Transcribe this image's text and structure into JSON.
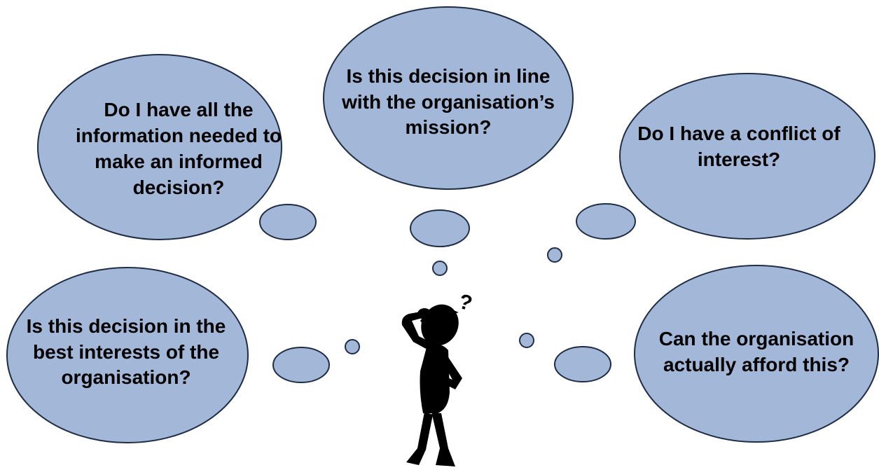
{
  "colors": {
    "bubble_fill": "#a3b8d9",
    "bubble_stroke": "#1f2d44",
    "figure": "#000000"
  },
  "bubbles": {
    "top_left": "Do I have all the information needed to make an informed decision?",
    "top_center": "Is this decision in line with the organisation’s mission?",
    "top_right": "Do I have a conflict of interest?",
    "bottom_left": "Is this decision in the best interests of the organisation?",
    "bottom_right": "Can the organisation actually afford this?"
  },
  "figure": {
    "icon": "thinking-stick-figure-icon",
    "question_mark": "?"
  }
}
